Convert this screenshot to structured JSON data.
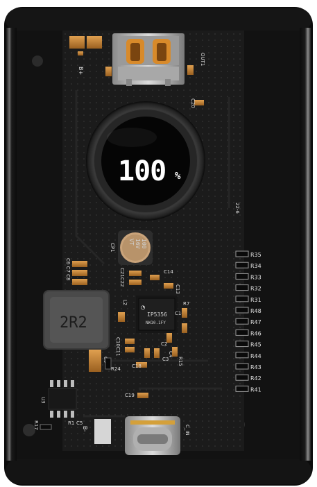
{
  "display": {
    "value": "100",
    "unit": "%"
  },
  "inductor": {
    "marking": "2R2"
  },
  "ic_main": {
    "name": "IP5356",
    "code": "NW10.1FY"
  },
  "capacitor": {
    "lines": [
      "100",
      "16V",
      "VT"
    ]
  },
  "port_labels": {
    "b_plus": "B+",
    "b_minus": "B-",
    "out1": "OUT1",
    "cin": "C_IN"
  },
  "board_text": {
    "id": "22-6"
  },
  "resistors": [
    "R35",
    "R34",
    "R33",
    "R32",
    "R31",
    "R48",
    "R47",
    "R46",
    "R45",
    "R44",
    "R43",
    "R42",
    "R41"
  ],
  "component_labels": {
    "c20": "C20",
    "cp1": "CP1",
    "c6c7c8": "C6 C7 C8",
    "c21c22": "C21C22",
    "c14": "C14",
    "c13": "C13",
    "r7": "R7",
    "c16": "C16",
    "l2": "L2",
    "c10c11": "C10C11",
    "c3": "C3",
    "c2": "C2",
    "c4": "C4",
    "r15": "R15",
    "c18": "C18",
    "c19": "C19",
    "c9": "C9",
    "r24": "R24",
    "u3": "U3",
    "r1": "R1",
    "c5": "C5",
    "r17": "R17"
  },
  "colors": {
    "pcb": "#1b1b1b",
    "frame": "#0d0d0d",
    "copper": "#c9852d",
    "silk": "#e4e4e4"
  }
}
